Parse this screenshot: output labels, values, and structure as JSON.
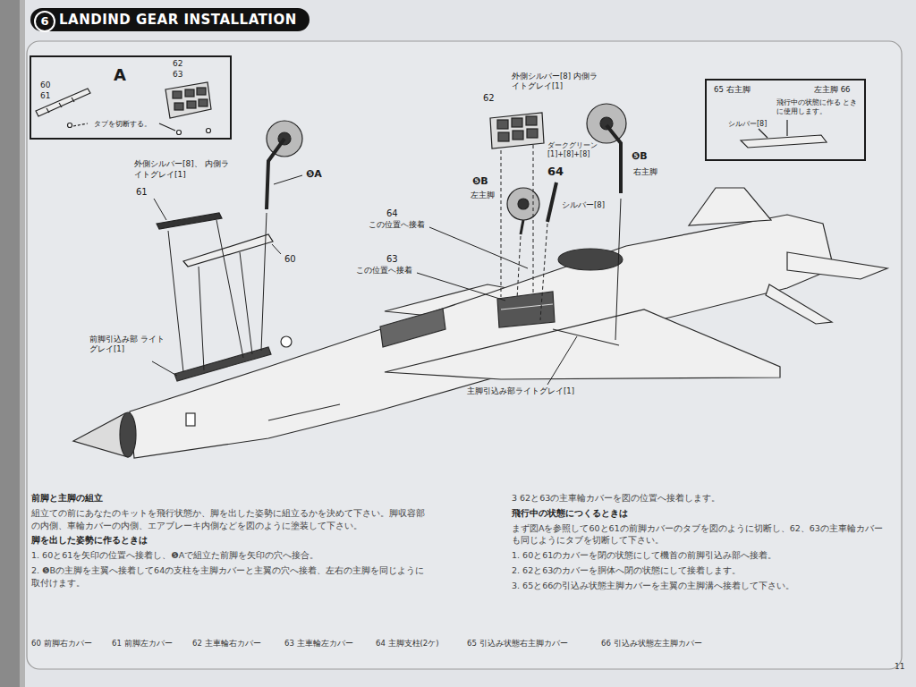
{
  "diagram": {
    "title": "LANDIND GEAR INSTALLATION",
    "nodes": [
      {
        "text": [
          "A",
          "60",
          "61",
          "62",
          "63",
          "タブを切断する。"
        ]
      },
      {
        "text": [
          "65 右主脚",
          "左主脚 66",
          "飛行中の状態に作る ときに使用します。",
          "シルバー[8]"
        ]
      }
    ],
    "labels": [
      "6",
      "外側シルバー[8]、 内側ライトグレイ[1]",
      "61",
      "❺A",
      "60",
      "前脚引込み部 ライトグレイ[1]",
      "外側シルバー[8] 内側ライトグレイ[1]",
      "62",
      "ダークグリーン [1]+[8]+[8]",
      "64",
      "❺B",
      "左主脚",
      "シルバー[8]",
      "❺B",
      "右主脚",
      "64",
      "この位置へ接着",
      "63",
      "この位置へ接着",
      "主脚引込み部ライトグレイ[1]",
      "前脚と主脚の組立",
      "組立ての前にあなたのキットを飛行状態か、脚を出した姿勢に組立るかを決めて下さい。脚収容部の内側、車輪カバーの内側、エアブレーキ内側などを図のように塗装して下さい。",
      "脚を出した姿勢に作るときは",
      "1. 60と61を矢印の位置へ接着し、❺Aで組立た前脚を矢印の穴へ接合。",
      "2. ❺Bの主脚を主翼へ接着して64の支柱を主脚カバーと主翼の穴へ接着、左右の主脚を同じように取付けます。",
      "3 62と63の主車輪カバーを図の位置へ接着します。",
      "飛行中の状態につくるときは",
      "まず図Aを参照して60と61の前脚カバーのタブを図のように切断し、62、63の主車輪カバーも同じようにタブを切断して下さい。",
      "1. 60と61のカバーを閉の状態にして機首の前脚引込み部へ接着。",
      "2. 62と63のカバーを胴体へ閉の状態にして接着します。",
      "3. 65と66の引込み状態主脚カバーを主翼の主脚溝へ接着して下さい。",
      "60 前脚右カバー",
      "61 前脚左カバー",
      "62 主車輪右カバー",
      "63 主車輪左カバー",
      "64 主脚支柱(2ケ)",
      "65 引込み状態右主脚カバー",
      "66 引込み状態左主脚カバー",
      "11"
    ]
  }
}
